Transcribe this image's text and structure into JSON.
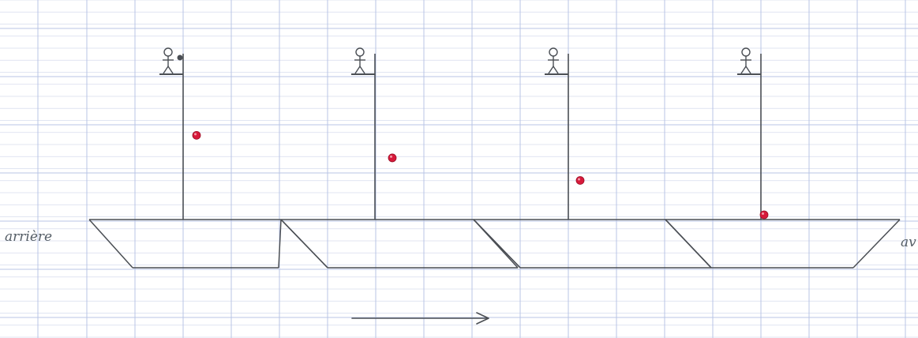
{
  "labels": {
    "left": "arrière",
    "right": "av"
  },
  "colors": {
    "paper": "#ffffff",
    "grid_major": "#b8c4e6",
    "grid_minor": "#d6dcee",
    "pencil": "#4a4e54",
    "ball": "#d7193a"
  },
  "frames": [
    {
      "figure": "stick-figure-with-ball",
      "ball_height": 0.74
    },
    {
      "figure": "stick-figure",
      "ball_height": 0.53
    },
    {
      "figure": "stick-figure",
      "ball_height": 0.32
    },
    {
      "figure": "stick-figure",
      "ball_height": 0.0
    }
  ],
  "motion": {
    "direction": "right",
    "icon": "arrow-right-icon"
  }
}
